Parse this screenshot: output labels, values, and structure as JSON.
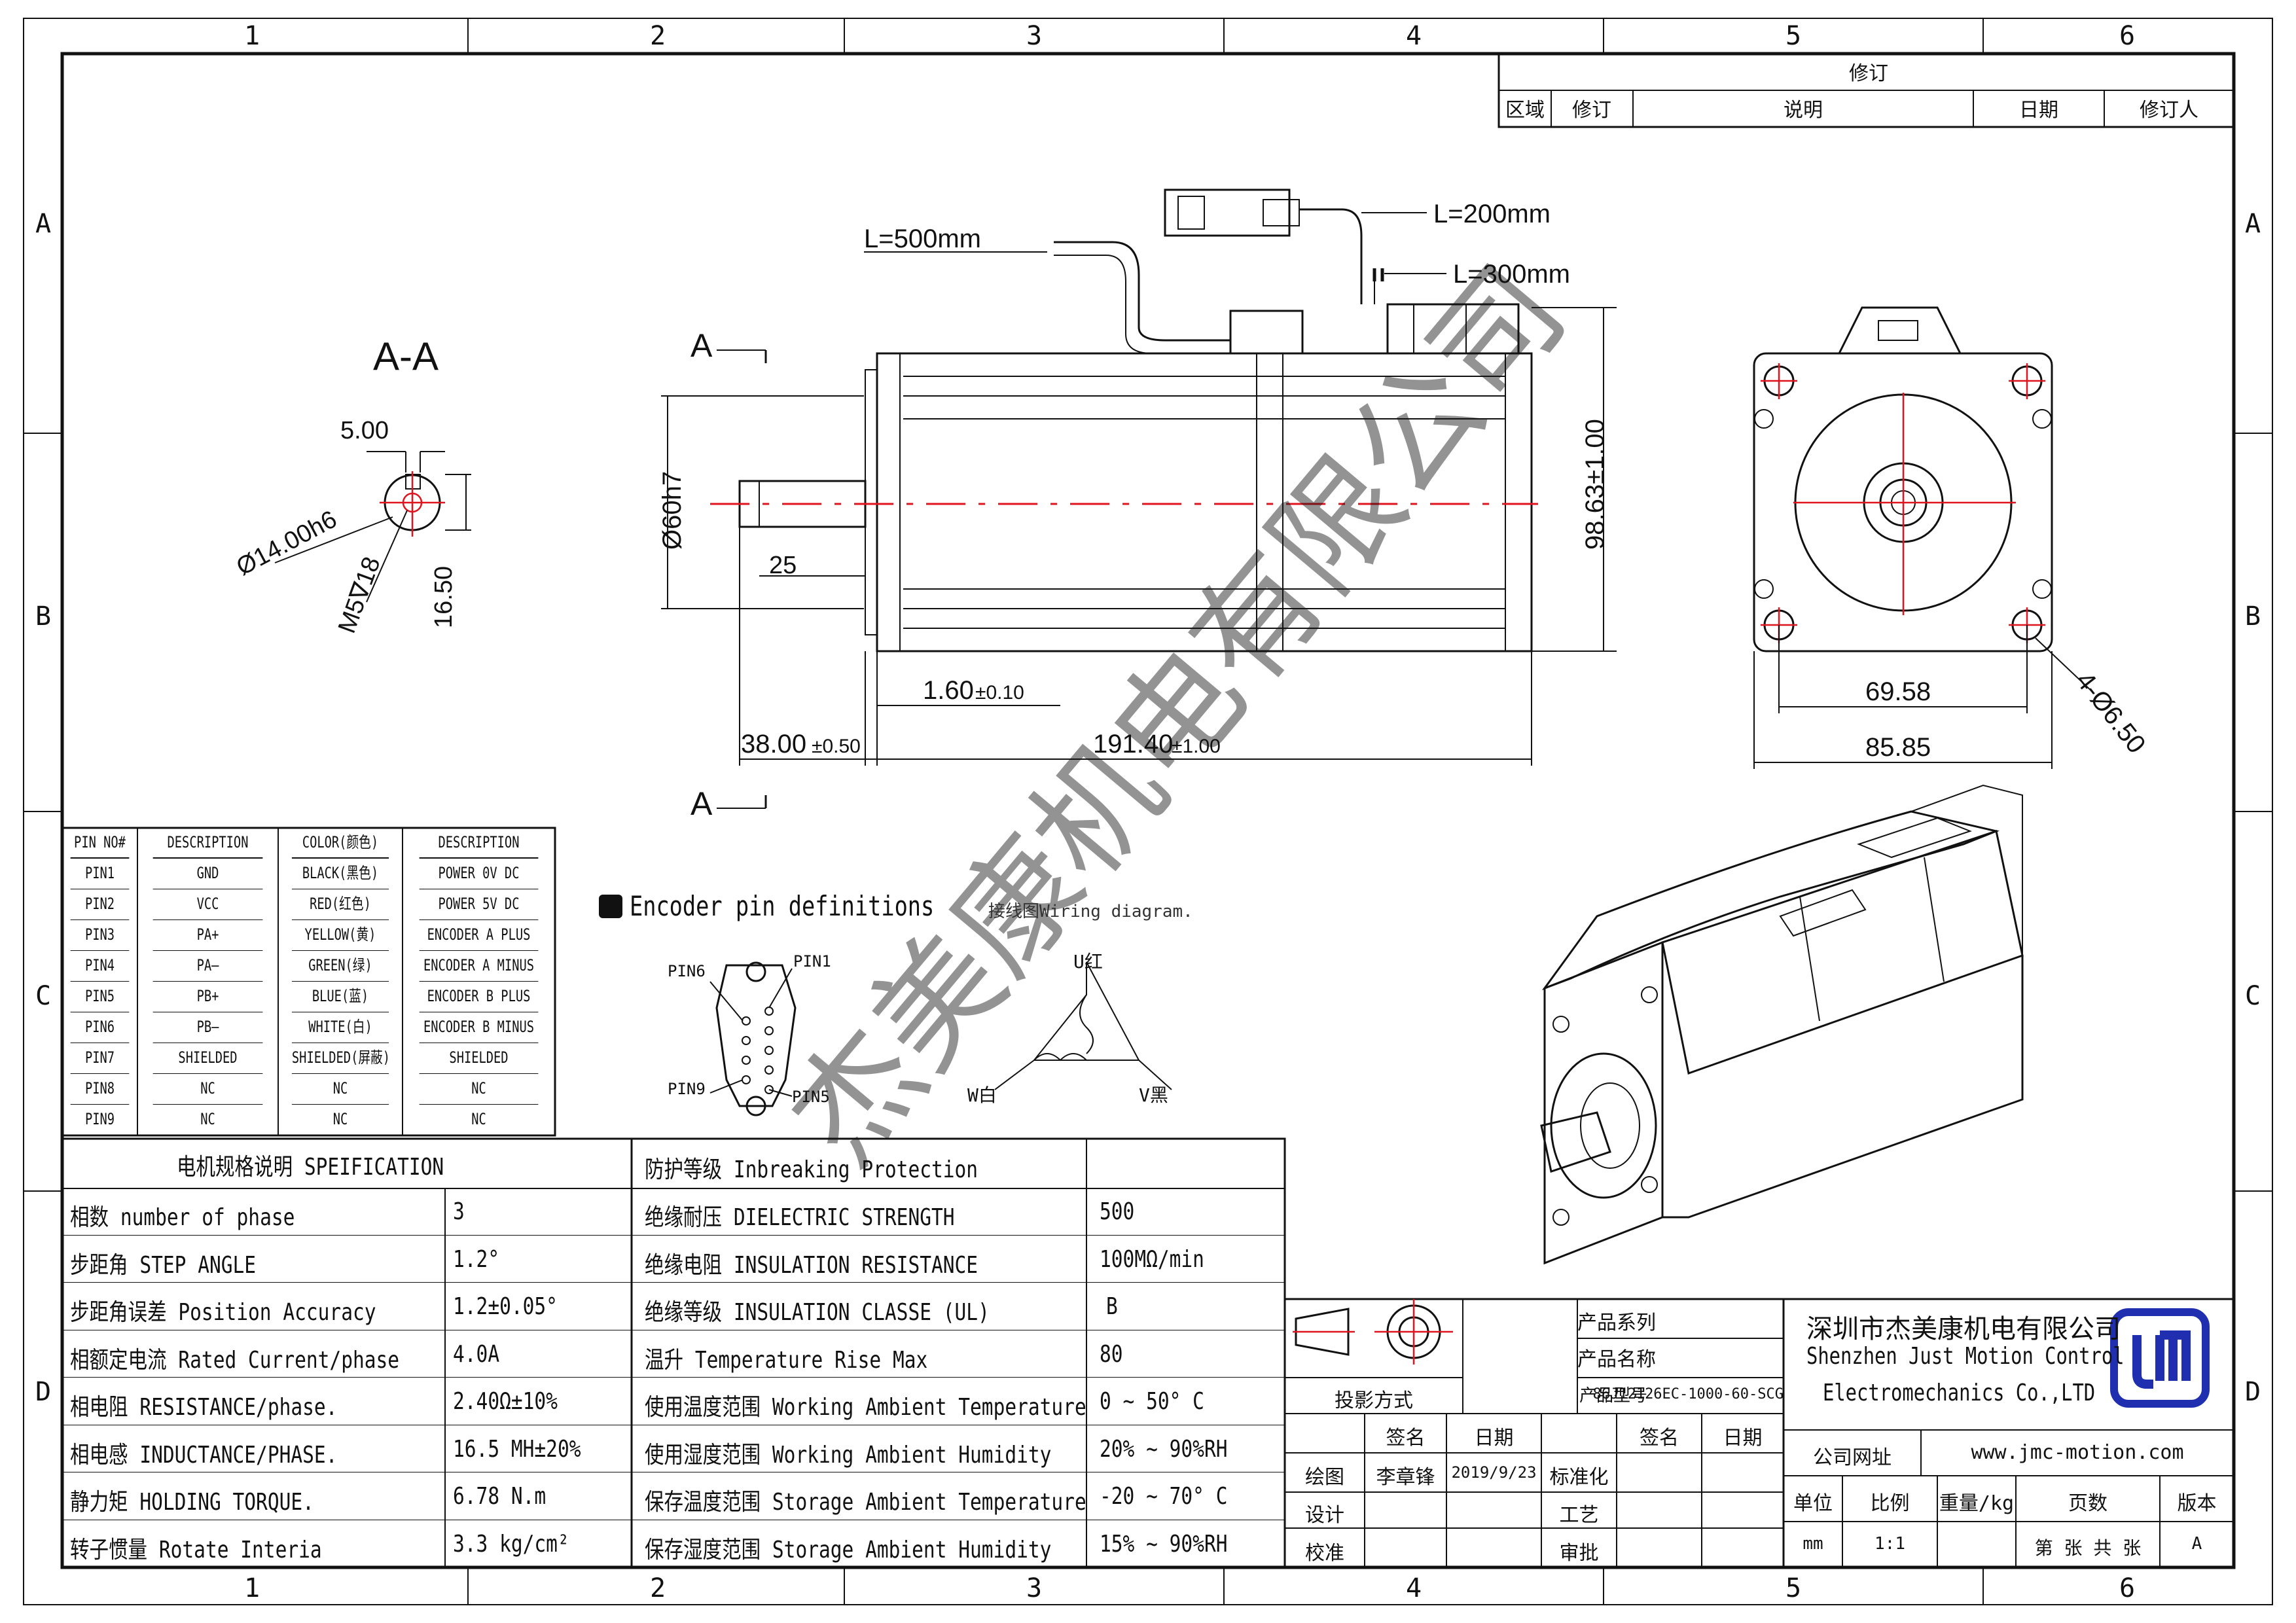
{
  "frame": {
    "col_labels": [
      "1",
      "2",
      "3",
      "4",
      "5",
      "6"
    ],
    "row_labels": [
      "A",
      "B",
      "C",
      "D"
    ]
  },
  "revision": {
    "title": "修订",
    "headers": [
      "区域",
      "修订",
      "说明",
      "日期",
      "修订人"
    ]
  },
  "section_view": {
    "title": "A-A",
    "dim_key": "5.00",
    "dim_dia": "Ø14.00h6",
    "dim_thread": "M5∇18",
    "dim_height": "16.50"
  },
  "side_view": {
    "section_mark": "A",
    "cable1": "L=500mm",
    "cable2": "L=200mm",
    "cable3": "L=300mm",
    "dim_flange_dia": "Ø60h7",
    "dim_shaft_key": "25",
    "dim_height": "98.63±1.00",
    "dim_flange_thk": "1.60",
    "dim_flange_thk_tol": "±0.10",
    "dim_shaft_len": "38.00",
    "dim_shaft_len_tol": "±0.50",
    "dim_body_len": "191.40",
    "dim_body_len_tol": "±1.00"
  },
  "front_view": {
    "dim_hole_pitch": "69.58",
    "dim_square": "85.85",
    "dim_holes": "4-Ø6.50"
  },
  "pin_table": {
    "headers": [
      "PIN NO#",
      "DESCRIPTION",
      "COLOR(颜色)",
      "DESCRIPTION"
    ],
    "rows": [
      [
        "PIN1",
        "GND",
        "BLACK(黑色)",
        "POWER 0V DC"
      ],
      [
        "PIN2",
        "VCC",
        "RED(红色)",
        "POWER 5V DC"
      ],
      [
        "PIN3",
        "PA+",
        "YELLOW(黄)",
        "ENCODER A PLUS"
      ],
      [
        "PIN4",
        "PA—",
        "GREEN(绿)",
        "ENCODER A MINUS"
      ],
      [
        "PIN5",
        "PB+",
        "BLUE(蓝)",
        "ENCODER B PLUS"
      ],
      [
        "PIN6",
        "PB—",
        "WHITE(白)",
        "ENCODER B MINUS"
      ],
      [
        "PIN7",
        "SHIELDED",
        "SHIELDED(屏蔽)",
        "SHIELDED"
      ],
      [
        "PIN8",
        "NC",
        "NC",
        "NC"
      ],
      [
        "PIN9",
        "NC",
        "NC",
        "NC"
      ]
    ]
  },
  "encoder": {
    "title": "Encoder pin definitions",
    "pin6": "PIN6",
    "pin1": "PIN1",
    "pin9": "PIN9",
    "pin5": "PIN5"
  },
  "wiring": {
    "title": "接线图Wiring diagram.",
    "u": "U红",
    "w": "W白",
    "v": "V黑"
  },
  "spec": {
    "title": "电机规格说明 SPEIFICATION",
    "title2": "防护等级 Inbreaking Protection",
    "rows": [
      [
        "相数 number of phase",
        "3",
        "绝缘耐压 DIELECTRIC STRENGTH",
        "500"
      ],
      [
        "步距角 STEP ANGLE",
        "1.2°",
        "绝缘电阻 INSULATION RESISTANCE",
        "100MΩ/min"
      ],
      [
        "步距角误差 Position Accuracy",
        "1.2±0.05°",
        "绝缘等级 INSULATION CLASSE (UL)",
        "B"
      ],
      [
        "相额定电流 Rated Current/phase",
        "4.0A",
        "温升 Temperature Rise Max",
        "80"
      ],
      [
        "相电阻 RESISTANCE/phase.",
        "2.40Ω±10%",
        "使用温度范围 Working Ambient Temperature",
        "0 ~ 50° C"
      ],
      [
        "相电感 INDUCTANCE/PHASE.",
        "16.5 MH±20%",
        "使用湿度范围 Working Ambient Humidity",
        "20% ~ 90%RH"
      ],
      [
        "静力矩 HOLDING TORQUE.",
        "6.78 N.m",
        "保存温度范围 Storage Ambient Temperature",
        "-20 ~ 70° C"
      ],
      [
        "转子惯量 Rotate Interia",
        "3.3 kg/cm²",
        "保存湿度范围 Storage Ambient Humidity",
        "15% ~ 90%RH"
      ]
    ]
  },
  "title_block": {
    "series_label": "产品系列",
    "name_label": "产品名称",
    "model_label": "产品型号",
    "model_value": "86J12126EC-1000-60-SCG",
    "projection": "投影方式",
    "sign": "签名",
    "date": "日期",
    "sign2": "签名",
    "date2": "日期",
    "draw": "绘图",
    "drawer": "李章锋",
    "draw_date": "2019/9/23",
    "design": "设计",
    "check": "校准",
    "std": "标准化",
    "craft": "工艺",
    "approve": "审批",
    "company_cn": "深圳市杰美康机电有限公司",
    "company_en1": "Shenzhen Just Motion Control",
    "company_en2": "Electromechanics Co.,LTD",
    "website_label": "公司网址",
    "website": "www.jmc-motion.com",
    "unit_label": "单位",
    "scale_label": "比例",
    "weight_label": "重量/kg",
    "pages_label": "页数",
    "version_label": "版本",
    "unit": "mm",
    "scale": "1:1",
    "pages": "第 张 共 张",
    "version": "A"
  },
  "watermark": "杰美康机电有限公司"
}
